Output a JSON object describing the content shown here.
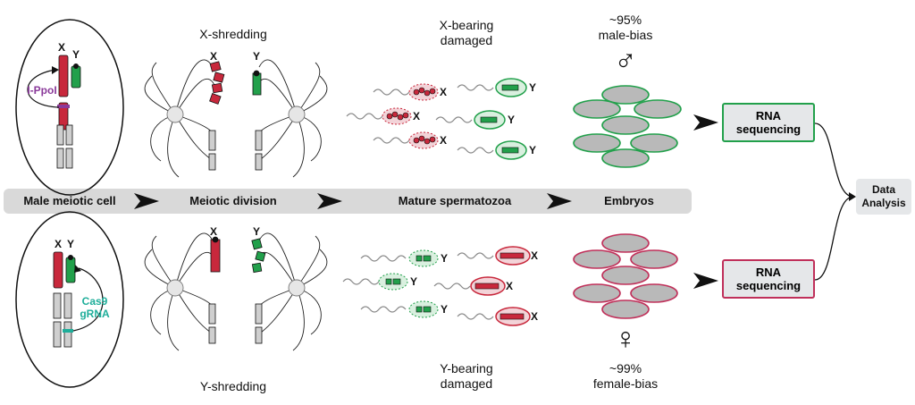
{
  "pipeline": {
    "stages": [
      "Male meiotic cell",
      "Meiotic division",
      "Mature spermatozoa",
      "Embryos"
    ],
    "final_step": "Data Analysis"
  },
  "top_row": {
    "x_label": "X",
    "y_label": "Y",
    "enzyme": "I-PpoI",
    "process": "X-shredding",
    "sperm_note": "X-bearing damaged",
    "outcome_percent": "~95%",
    "outcome_bias": "male-bias",
    "sex_symbol": "♂",
    "assay": "RNA sequencing"
  },
  "bottom_row": {
    "x_label": "X",
    "y_label": "Y",
    "enzyme_line1": "Cas9",
    "enzyme_line2": "gRNA",
    "process": "Y-shredding",
    "sperm_note": "Y-bearing damaged",
    "outcome_percent": "~99%",
    "outcome_bias": "female-bias",
    "sex_symbol": "♀",
    "assay": "RNA sequencing"
  },
  "colors": {
    "x_chromosome": "#c8283c",
    "y_chromosome": "#22a04b",
    "top_accent": "#22a04b",
    "bottom_accent": "#c0305a",
    "cas9_text": "#1fae9a",
    "ippoi_text": "#8a3a9a",
    "bar": "#d9d9d9",
    "box": "#e5e7e9"
  }
}
